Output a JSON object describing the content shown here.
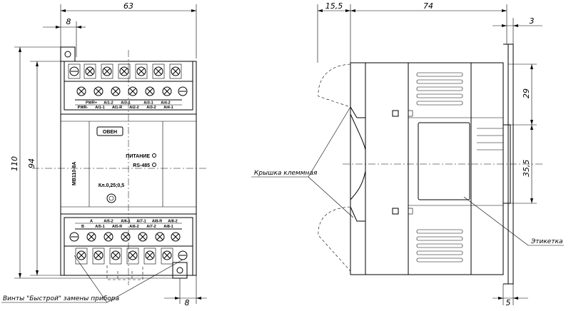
{
  "front_view": {
    "dim_width": "63",
    "dim_screw_offset": "8",
    "dim_height_total": "110",
    "dim_height_body": "94",
    "dim_bottom_offset": "8",
    "top_labels_row1": [
      "PWR+",
      "AI1-2",
      "AI3-1",
      "AI3-1",
      "AI4-2"
    ],
    "top_labels_row2": [
      "PWR-",
      "AI1-1",
      "AI1-R",
      "AI2-2",
      "AI3-2",
      "AI4-1"
    ],
    "bottom_labels_row1": [
      "A",
      "AI5-2",
      "AI6-1",
      "AI7-1",
      "AI8-R",
      "AI8-2"
    ],
    "bottom_labels_row2": [
      "B",
      "AI5-1",
      "AI5-R",
      "AI6-2",
      "AI7-2",
      "AI8-1"
    ],
    "logo_text": "ОВЕН",
    "model_text": "МВ110-8А",
    "power_label": "ПИТАНИЕ",
    "rs485_label": "RS-485",
    "accuracy_label": "Кл.0,25;0,5",
    "screws_caption": "Винты \"Быстрой\" замены прибора"
  },
  "side_view": {
    "dim_left": "15,5",
    "dim_depth": "74",
    "dim_right": "3",
    "dim_upper": "29",
    "dim_middle": "35,5",
    "dim_bottom": "5",
    "cover_caption": "Крышка клеммная",
    "label_caption": "Этикетка"
  }
}
